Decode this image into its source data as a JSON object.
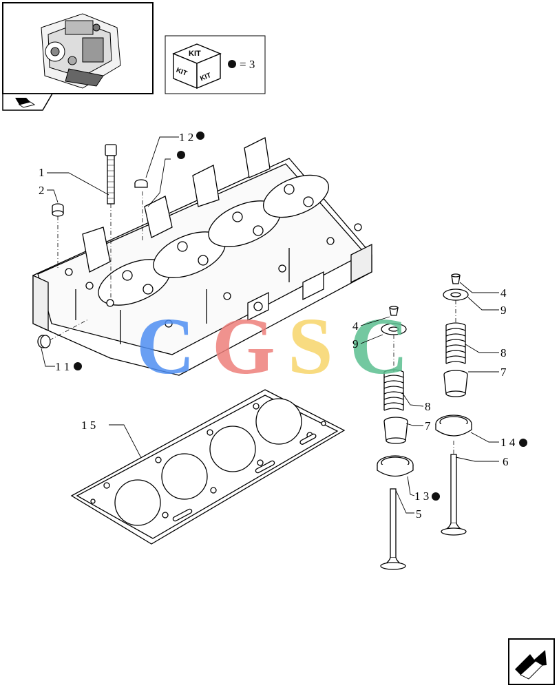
{
  "kit_box": {
    "kit_label": "KIT",
    "equation": "= 3"
  },
  "watermark": {
    "letters": [
      "C",
      "G",
      "S",
      "C"
    ],
    "colors": [
      "#4f8ff2",
      "#ee7f7b",
      "#f7d56b",
      "#5bbf90"
    ]
  },
  "callouts": {
    "c1": "1",
    "c2": "2",
    "c12": "1 2",
    "c11": "1 1",
    "c15": "1 5",
    "c4a": "4",
    "c9a": "9",
    "c8a": "8",
    "c7a": "7",
    "c4b": "4",
    "c9b": "9",
    "c8b": "8",
    "c7b": "7",
    "c14": "1 4",
    "c6": "6",
    "c13": "1 3",
    "c5": "5"
  },
  "icons": {
    "thumbnail": "engine-thumbnail-icon",
    "book": "book-arrow-icon",
    "kit": "kit-cube-icon",
    "nav": "next-page-arrow-icon"
  }
}
